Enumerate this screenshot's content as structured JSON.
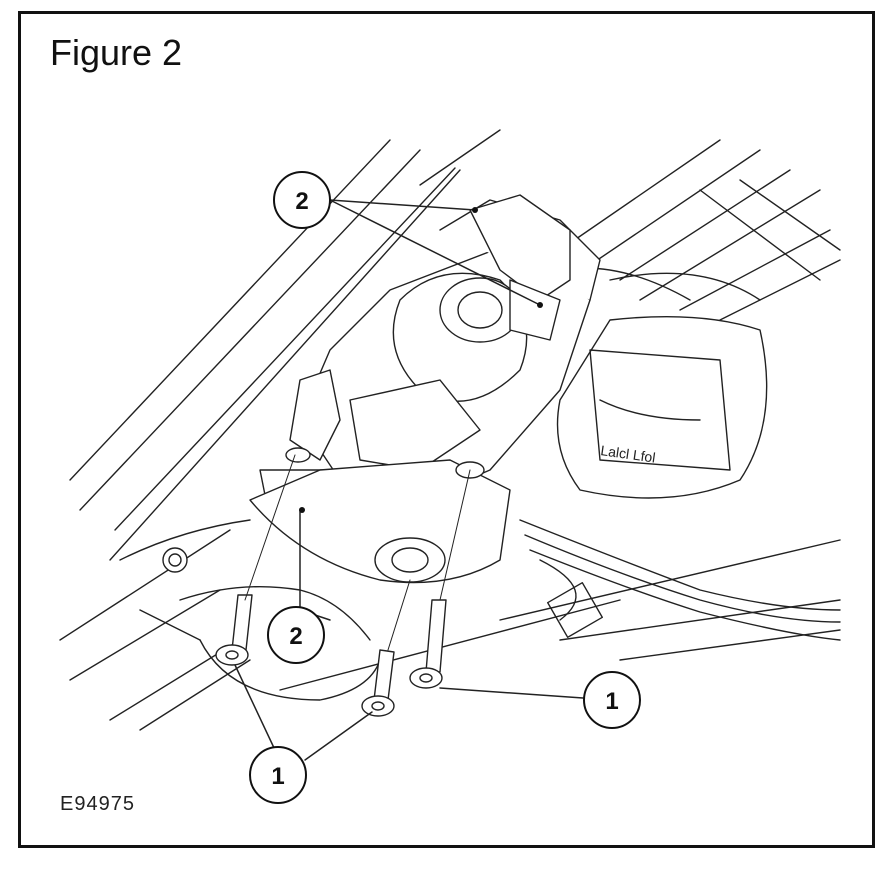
{
  "figure": {
    "title": "Figure 2",
    "code": "E94975"
  },
  "callouts": {
    "top_2": "2",
    "mid_2": "2",
    "bottom_left_1": "1",
    "right_1": "1"
  },
  "connector_label": "Lalcl Lfol"
}
